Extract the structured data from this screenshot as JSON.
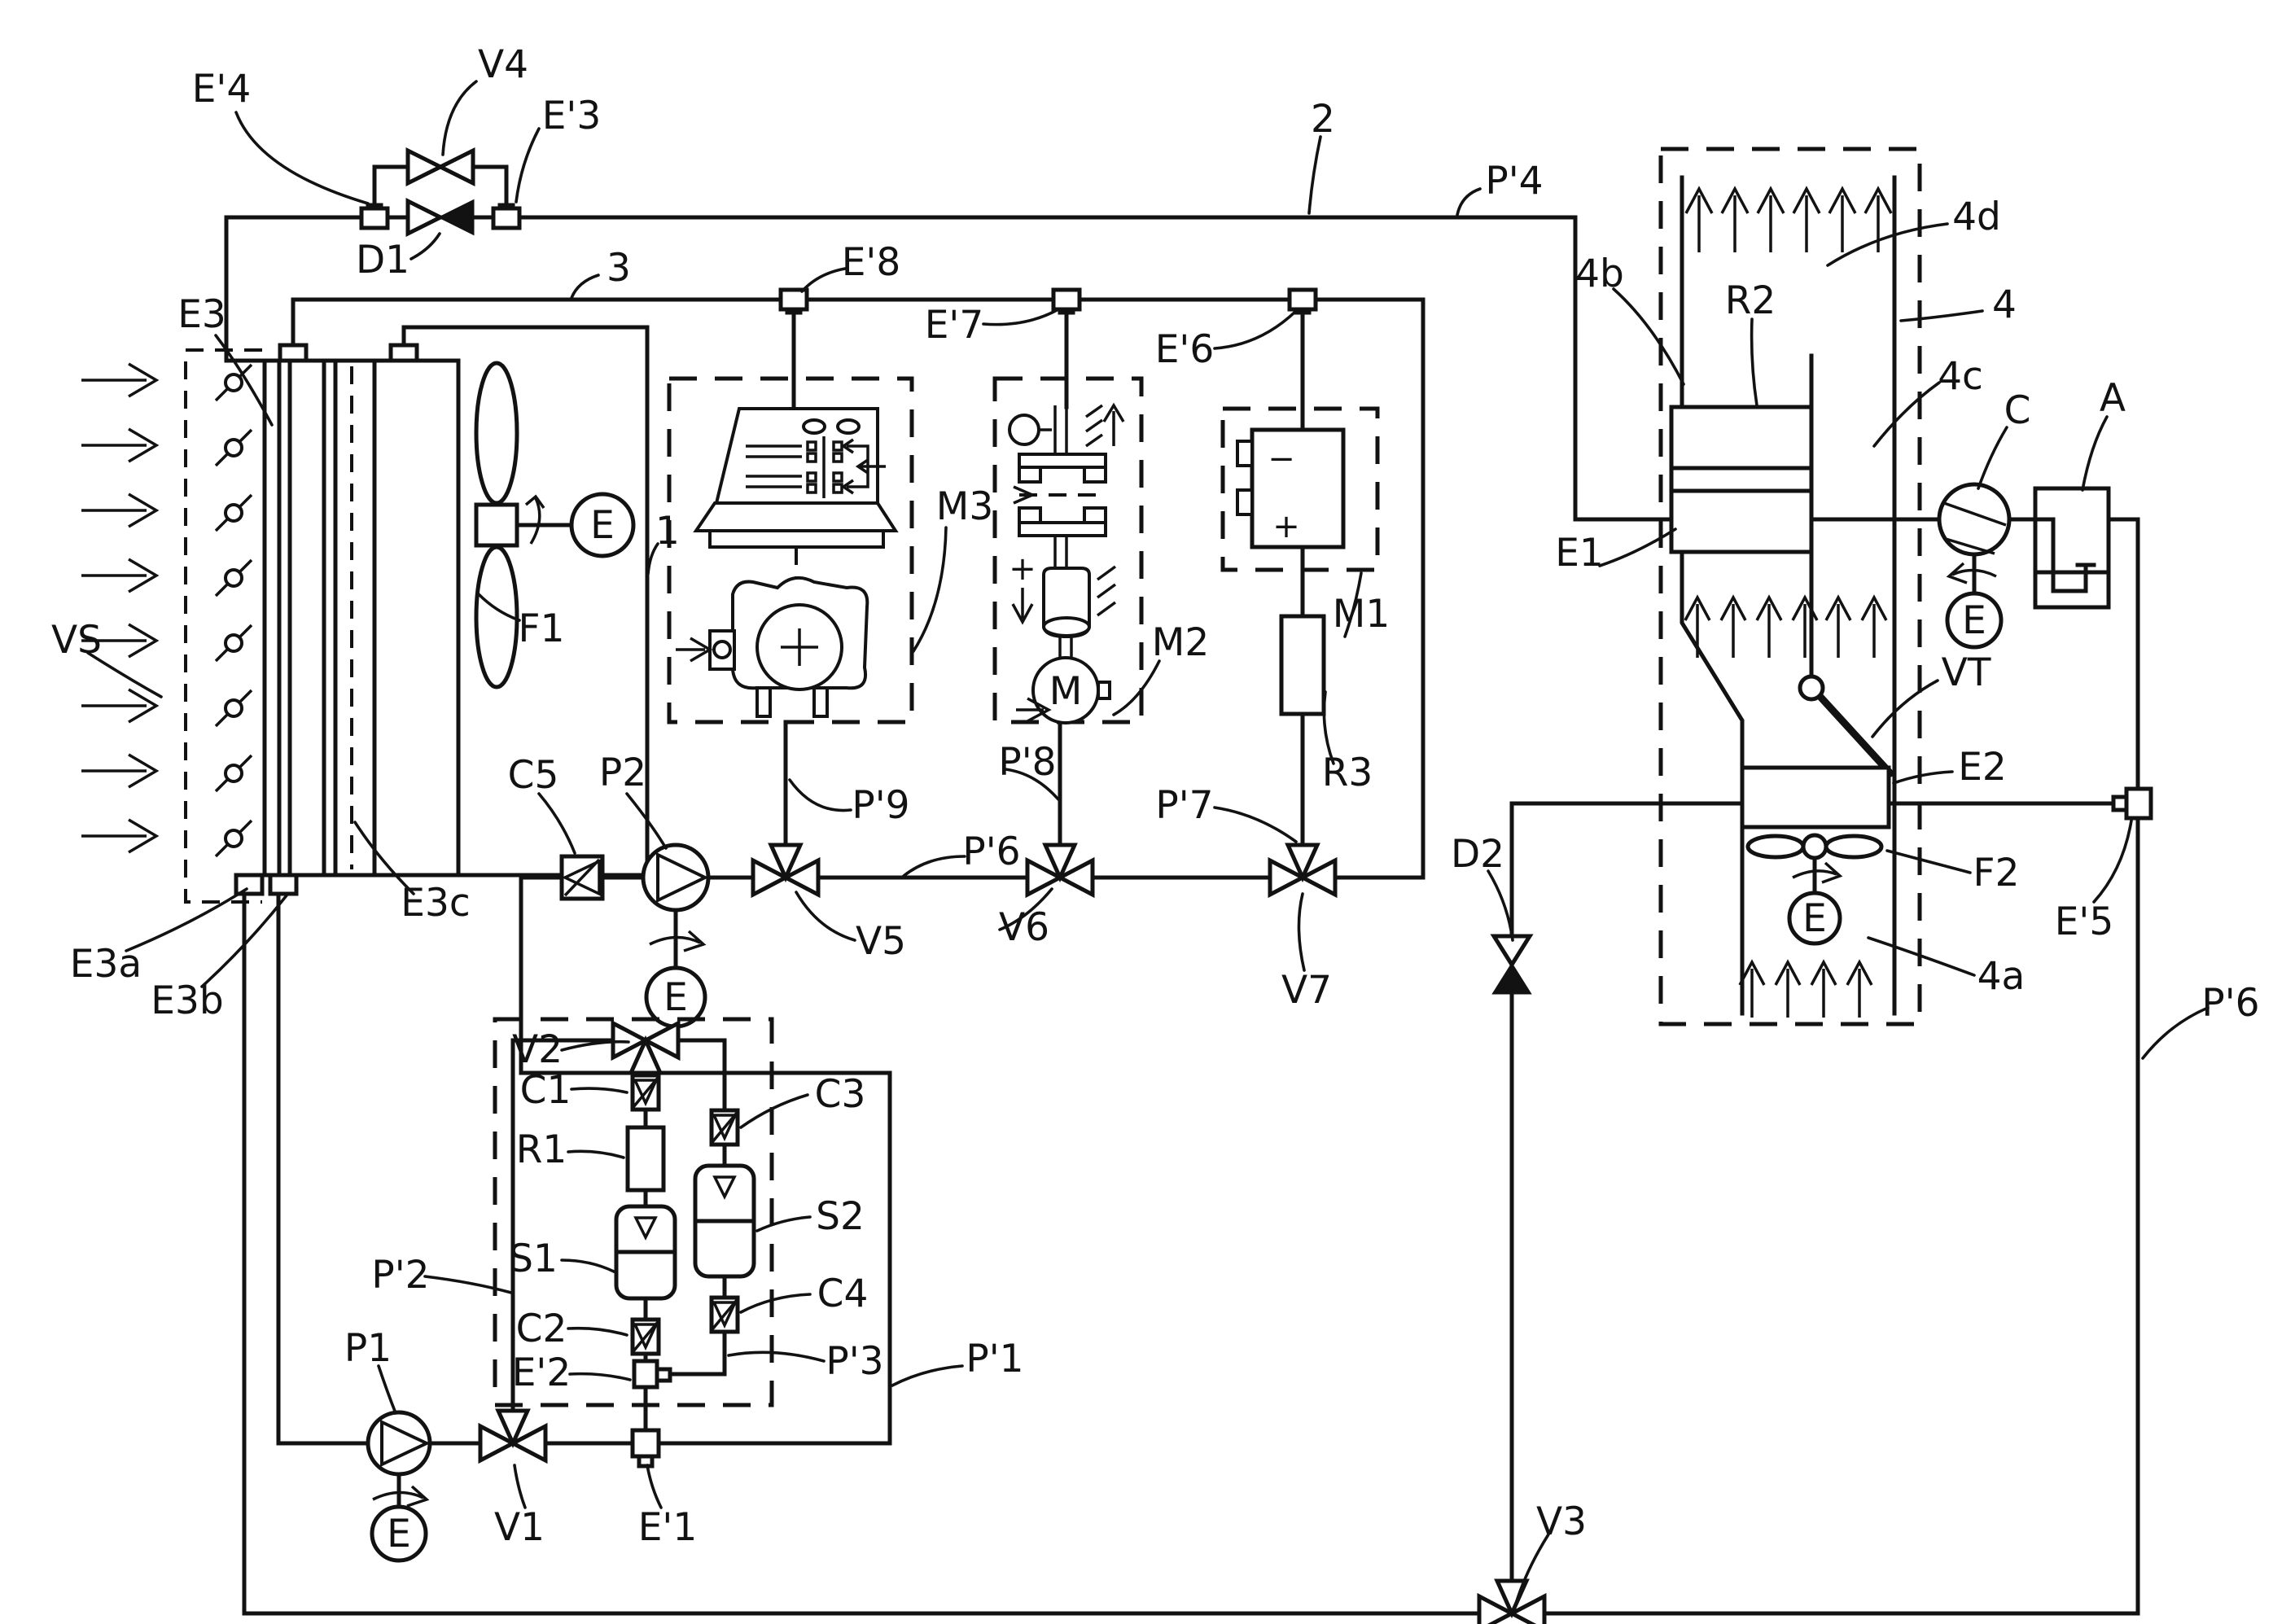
{
  "labels": {
    "e_prime4": "E'4",
    "v4": "V4",
    "e_prime3": "E'3",
    "d1": "D1",
    "n2": "2",
    "p_prime4": "P'4",
    "n3": "3",
    "e_prime8": "E'8",
    "e_prime7": "E'7",
    "e_prime6": "E'6",
    "n4b": "4b",
    "r2": "R2",
    "n4d": "4d",
    "n4": "4",
    "n4c": "4c",
    "c": "C",
    "a": "A",
    "e3": "E3",
    "n1": "1",
    "m3": "M3",
    "m2": "M2",
    "m1": "M1",
    "e1": "E1",
    "vt": "VT",
    "e2": "E2",
    "vs": "VS",
    "f1": "F1",
    "e3c": "E3c",
    "e3a": "E3a",
    "e3b": "E3b",
    "c5": "C5",
    "p2": "P2",
    "p_prime9": "P'9",
    "p_prime8": "P'8",
    "p_prime6_mid": "P'6",
    "p_prime7": "P'7",
    "r3": "R3",
    "d2": "D2",
    "f2": "F2",
    "e_prime5": "E'5",
    "n4a": "4a",
    "p_prime6_right": "P'6",
    "v5": "V5",
    "v6": "V6",
    "v7": "V7",
    "p_prime2": "P'2",
    "p1": "P1",
    "v1": "V1",
    "e_prime1": "E'1",
    "v2": "V2",
    "c1": "C1",
    "r1": "R1",
    "s1": "S1",
    "c2": "C2",
    "e_prime2": "E'2",
    "c3": "C3",
    "s2": "S2",
    "c4": "C4",
    "p_prime3": "P'3",
    "p_prime1": "P'1",
    "v3": "V3",
    "motor_letter": "E",
    "m_letter": "M",
    "plus": "+",
    "minus": "−"
  }
}
